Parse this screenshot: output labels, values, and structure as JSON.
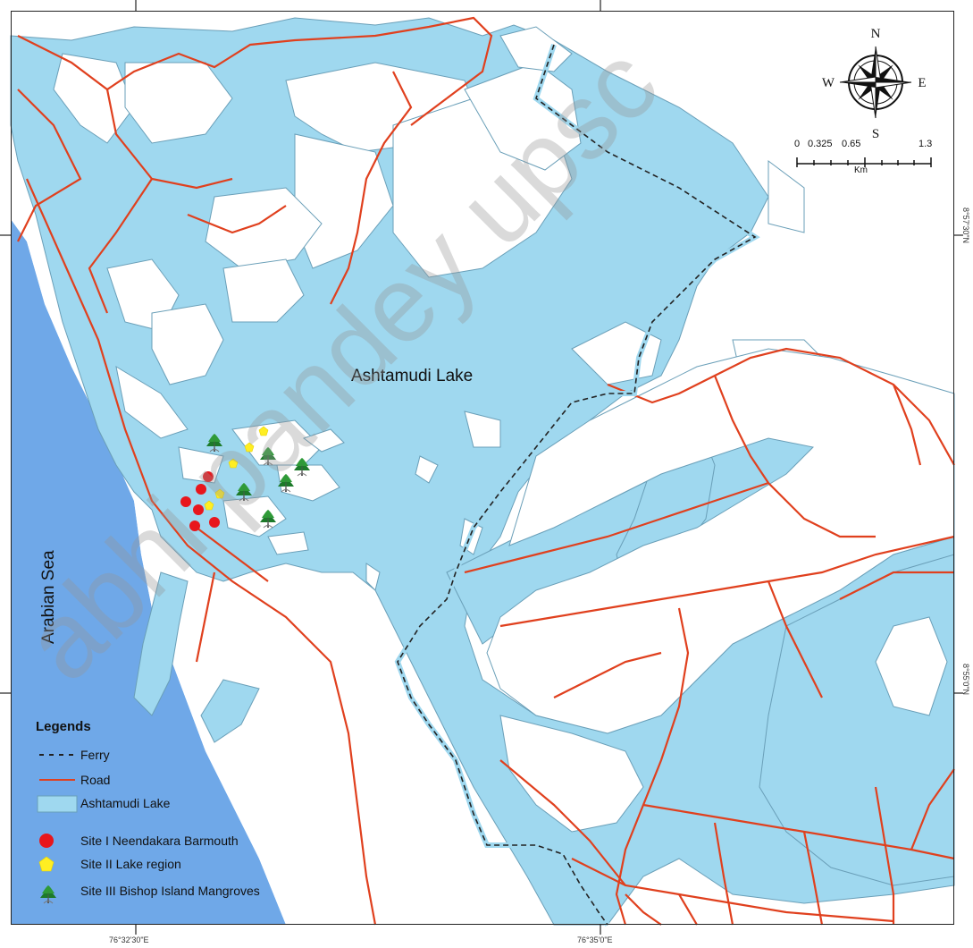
{
  "map": {
    "lake_label": "Ashtamudi Lake",
    "sea_label": "Arabian Sea",
    "watermark": "abhi pandey upsc",
    "colors": {
      "lake": "#9fd8ef",
      "sea": "#6fa8e8",
      "road": "#e0401e",
      "ferry": "#222222",
      "land": "#ffffff",
      "site1": "#e8161c",
      "site2": "#ffee22",
      "site3": "#1d7a2a"
    }
  },
  "coordinates": {
    "lat_top": "8°57'30\"N",
    "lat_bottom": "8°55'0\"N",
    "lon_left": "76°32'30\"E",
    "lon_right": "76°35'0\"E"
  },
  "compass": {
    "n": "N",
    "s": "S",
    "e": "E",
    "w": "W"
  },
  "scale": {
    "ticks": [
      "0",
      "0.325",
      "0.65",
      "1.3"
    ],
    "unit": "Km"
  },
  "legend": {
    "title": "Legends",
    "items": [
      {
        "label": "Ferry",
        "icon": "ferry-line-icon"
      },
      {
        "label": "Road",
        "icon": "road-line-icon"
      },
      {
        "label": "Ashtamudi Lake",
        "icon": "lake-swatch-icon"
      },
      {
        "label": "Site I Neendakara Barmouth",
        "icon": "red-circle-icon"
      },
      {
        "label": "Site II Lake region",
        "icon": "yellow-pentagon-icon"
      },
      {
        "label": "Site III Bishop Island Mangroves",
        "icon": "mangrove-tree-icon"
      }
    ]
  }
}
